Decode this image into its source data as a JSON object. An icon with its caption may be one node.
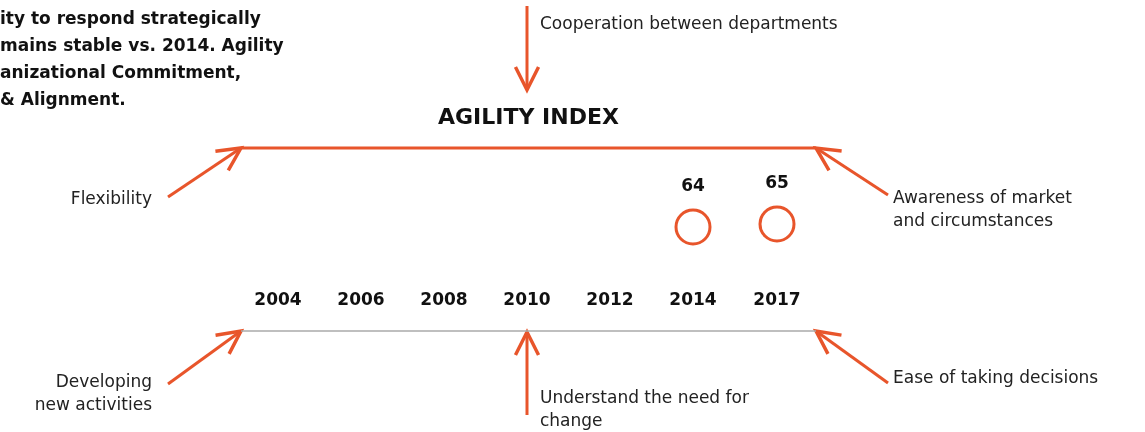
{
  "diagram": {
    "nodes": [
      {
        "text": [
          "AGILITY INDEX"
        ]
      },
      {
        "text": [
          "Cooperation between departments"
        ]
      },
      {
        "text": [
          "Flexibility"
        ]
      },
      {
        "text": [
          "Awareness of market and circumstances"
        ]
      },
      {
        "text": [
          "Developing new activities"
        ]
      },
      {
        "text": [
          "Understand the need for change"
        ]
      },
      {
        "text": [
          "Ease of taking decisions"
        ]
      }
    ],
    "edges": [
      {
        "from": 1,
        "to": 0,
        "arrow": "to"
      },
      {
        "from": 2,
        "to": 0,
        "arrow": "to"
      },
      {
        "from": 3,
        "to": 0,
        "arrow": "to"
      },
      {
        "from": 4,
        "to": 0,
        "arrow": "to"
      },
      {
        "from": 5,
        "to": 0,
        "arrow": "to"
      },
      {
        "from": 6,
        "to": 0,
        "arrow": "to"
      }
    ],
    "labels": [
      "ity to respond strategically",
      "mains stable vs. 2014. Agility",
      "anizational Commitment,",
      "& Alignment.",
      "64",
      "65",
      "2004",
      "2006",
      "2008",
      "2010",
      "2012",
      "2014",
      "2017"
    ]
  }
}
